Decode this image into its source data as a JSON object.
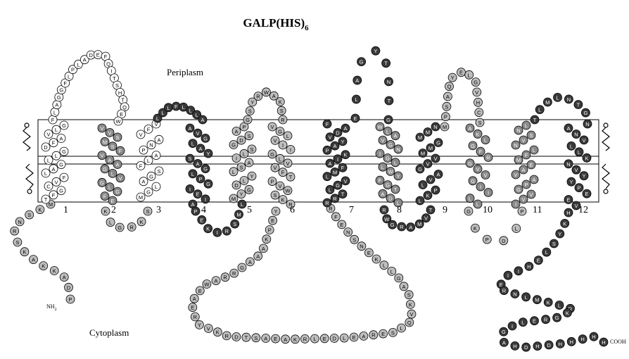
{
  "title": "GALP(HIS)",
  "title_subscript": "6",
  "compartments": {
    "periplasm": "Periplasm",
    "cytoplasm": "Cytoplasm"
  },
  "termini": {
    "n_terminus": "NH",
    "n_terminus_subscript": "2",
    "c_terminus": "COOH"
  },
  "helix_labels": [
    "1",
    "2",
    "3",
    "4",
    "5",
    "6",
    "7",
    "8",
    "9",
    "10",
    "11",
    "12"
  ],
  "colors": {
    "white_residue": "#ffffff",
    "light_residue": "#bdbdbd",
    "mid_residue": "#8a8a8a",
    "dark_residue": "#3a3a3a",
    "membrane_line": "#000000"
  },
  "sequence": {
    "n_tail": "PDAKKAKSRNSKM",
    "helix1": "TFGCVFLAGLLGDFAVLG",
    "loop1_2": "FLAGGFLPLADEFQITSHTQEW",
    "helix2": "VVSMSFVAAGLVGLGFE",
    "loop2_3": "KLGRKS",
    "helix3": "MGLAGSFLAPNAVFV",
    "loop3_4": "LLLFLLLA",
    "helix4": "AVGLAYSAGLPGIEIA",
    "loop4_5": "PEKIRSML",
    "helix5": "MYGDLYLSAILSGDSAP",
    "loop5_6": "GSYRWAKSR",
    "helix6": "VGLVIIGLVVFTPVWSKR",
    "loop6_7": "YEPKAAAGRRAWEAERYVKRDTSAEAKRLEDLEARESLQVKSAGLLKENSNEFR",
    "helix7": "RRTLGVLMFAIKPAYVDAF",
    "loop7_8": "ELAGYTNTG",
    "helix8": "WLAVGNIGLLWYFGTADL",
    "loop8_9": "RWGRAMVT",
    "helix9": "LKPLVAGVVMMGMMN",
    "loop9_10": "MPSAQYELGVHCS",
    "helix10": "AKLGFRGVVGIILL",
    "loop10_11": "GKPDLP",
    "helix11": "IVVGPAVAEMFLNVSNL",
    "loop11_12": "TLMLNTGN",
    "helix12": "ANVLLKNVYYPEEV",
    "c_tail": "HKYSLEHIIERNLMKLRKGRELIGAHDHDHHHHH"
  }
}
